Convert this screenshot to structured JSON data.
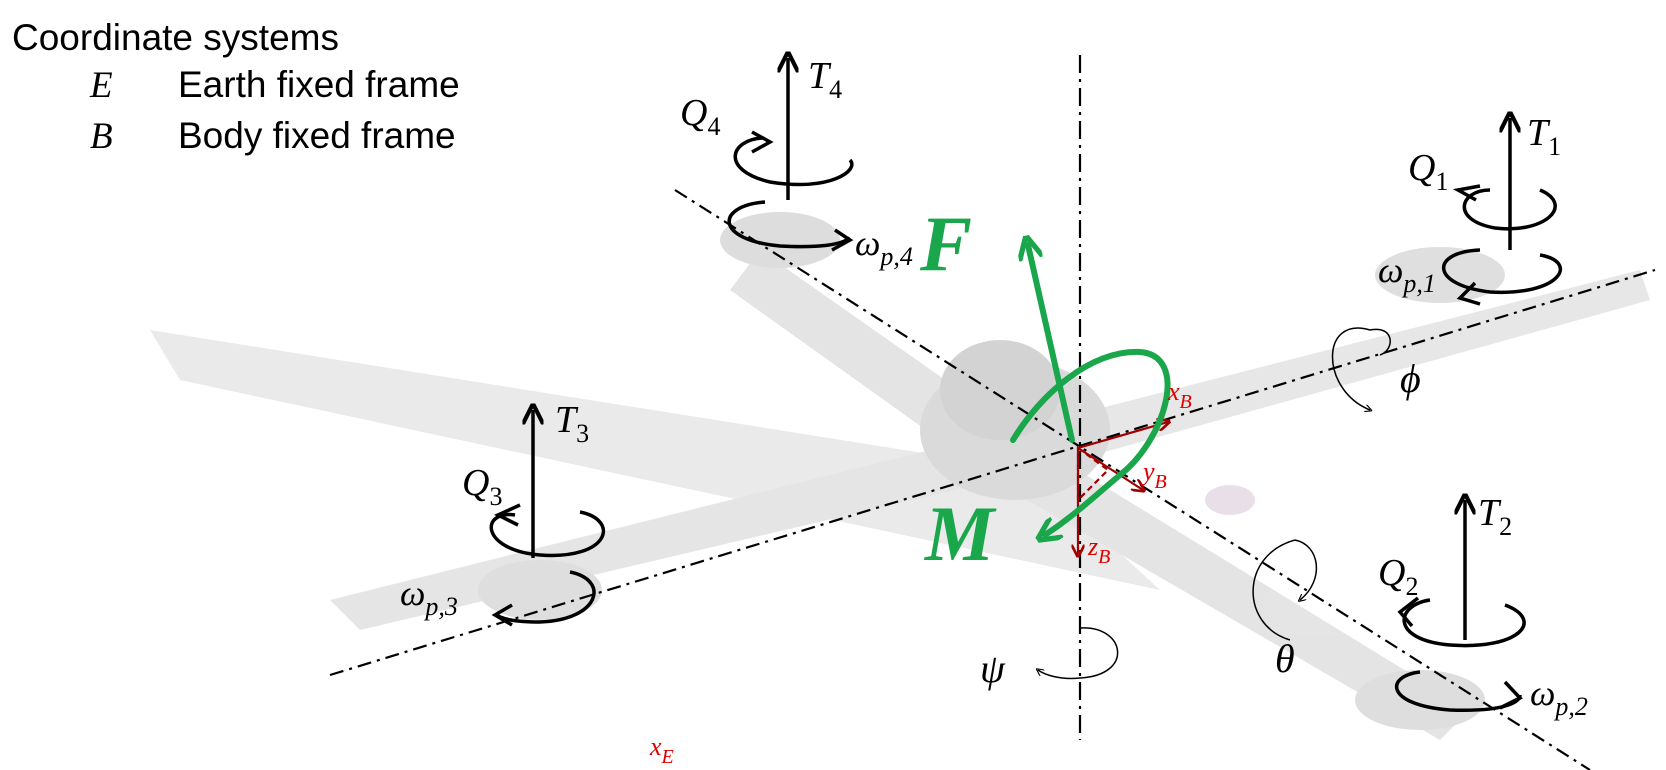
{
  "legend": {
    "title": "Coordinate systems",
    "items": [
      {
        "symbol": "E",
        "label": "Earth fixed frame"
      },
      {
        "symbol": "B",
        "label": "Body fixed frame"
      }
    ]
  },
  "rotors": [
    {
      "thrust": "T",
      "thrust_sub": "1",
      "torque": "Q",
      "torque_sub": "1",
      "speed": "ω",
      "speed_sub": "p,1"
    },
    {
      "thrust": "T",
      "thrust_sub": "2",
      "torque": "Q",
      "torque_sub": "2",
      "speed": "ω",
      "speed_sub": "p,2"
    },
    {
      "thrust": "T",
      "thrust_sub": "3",
      "torque": "Q",
      "torque_sub": "3",
      "speed": "ω",
      "speed_sub": "p,3"
    },
    {
      "thrust": "T",
      "thrust_sub": "4",
      "torque": "Q",
      "torque_sub": "4",
      "speed": "ω",
      "speed_sub": "p,4"
    }
  ],
  "angles": {
    "roll": "ϕ",
    "pitch": "θ",
    "yaw": "ψ"
  },
  "body_axes": {
    "x": "x",
    "x_sub": "B",
    "y": "y",
    "y_sub": "B",
    "z": "z",
    "z_sub": "B"
  },
  "earth_axis": {
    "x": "x",
    "x_sub": "E"
  },
  "force_label": "F",
  "moment_label": "M",
  "colors": {
    "ink": "#000000",
    "body_axes": "#cc0000",
    "force_moment": "#1aa64a",
    "frame_shadow": "#c8c8c8"
  }
}
